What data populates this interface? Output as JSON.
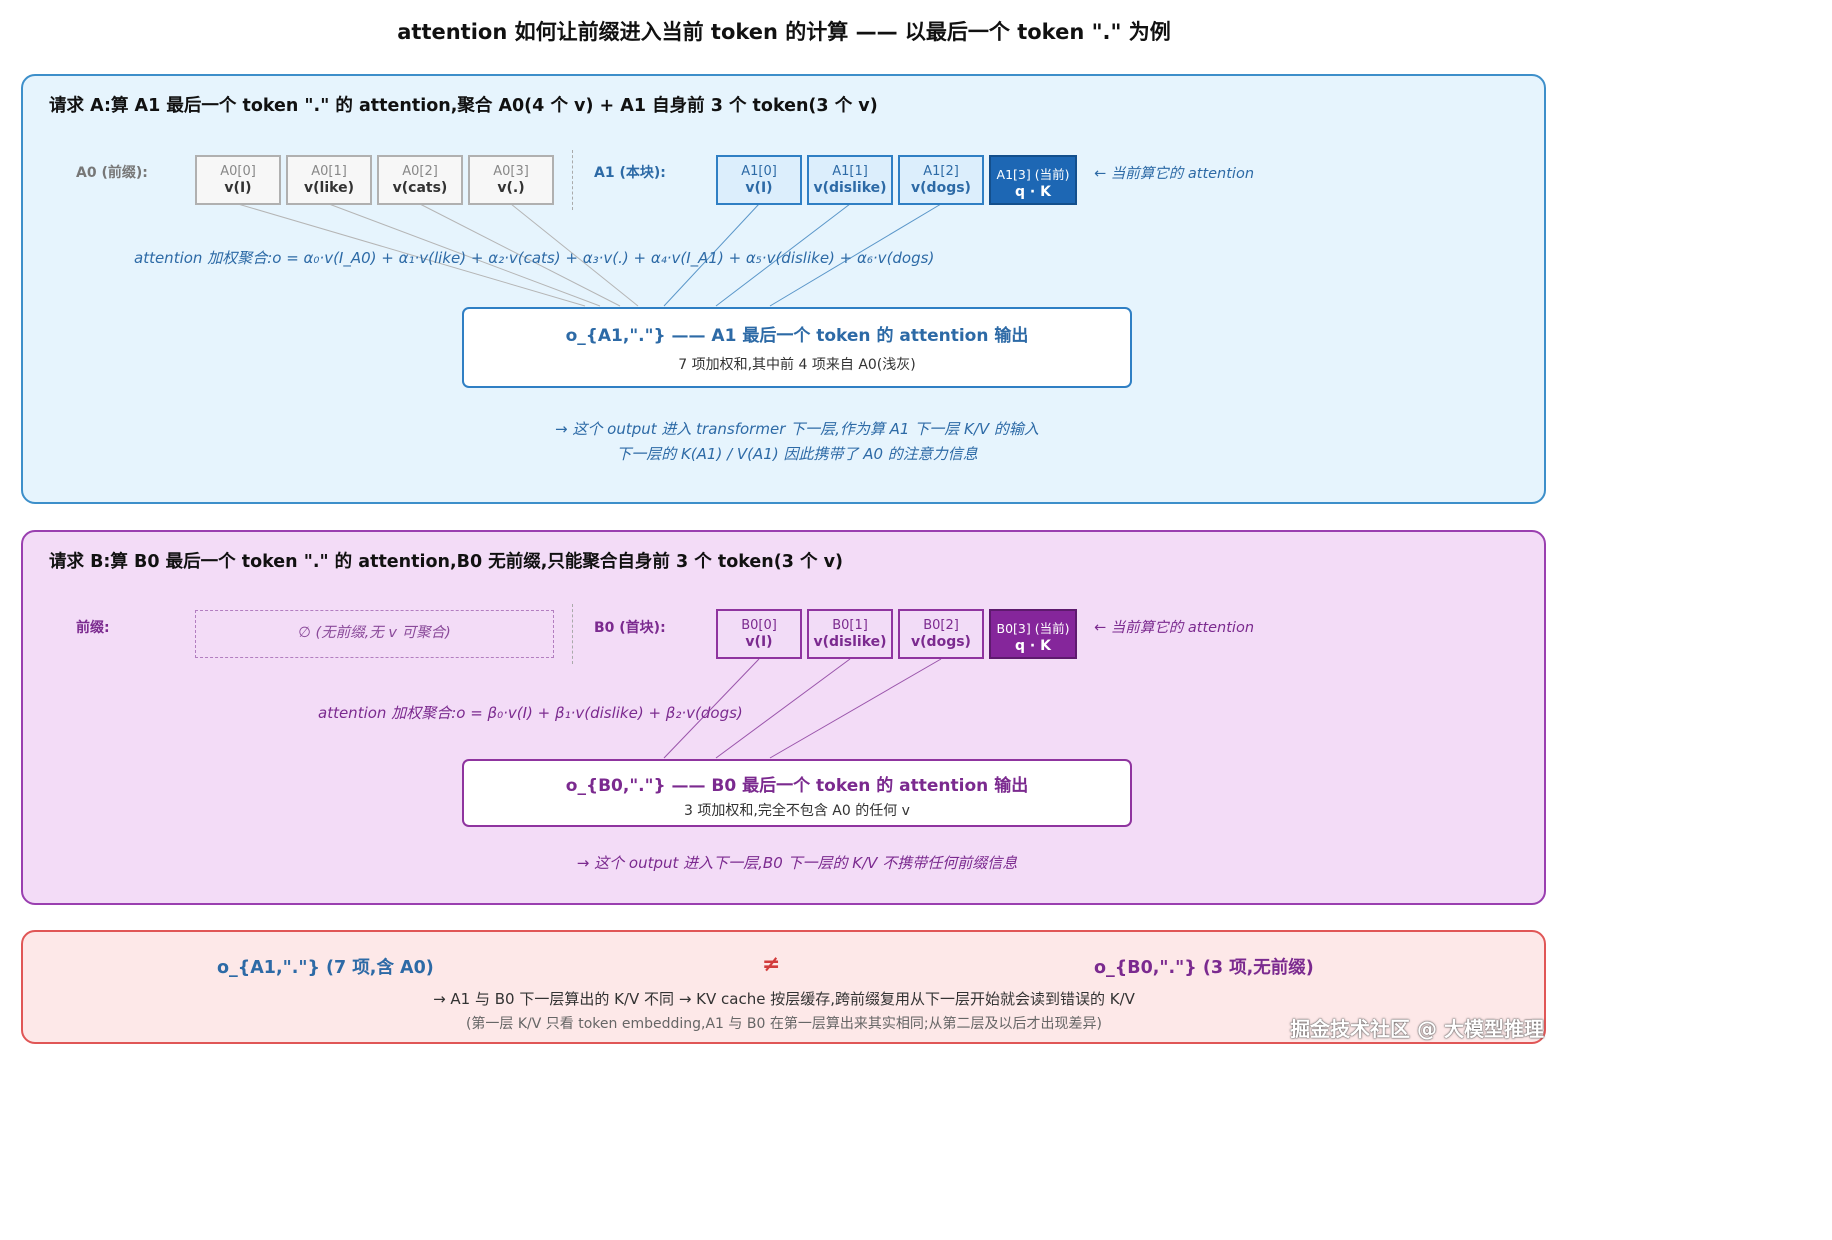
{
  "title": "attention 如何让前缀进入当前 token 的计算 —— 以最后一个 token \".\" 为例",
  "panel_a": {
    "title": "请求 A:算 A1 最后一个 token \".\" 的 attention,聚合 A0(4 个 v) + A1 自身前 3 个 token(3 个 v)",
    "prefix_label": "A0 (前缀):",
    "prefix_tokens": [
      {
        "idx": "A0[0]",
        "val": "v(I)"
      },
      {
        "idx": "A0[1]",
        "val": "v(like)"
      },
      {
        "idx": "A0[2]",
        "val": "v(cats)"
      },
      {
        "idx": "A0[3]",
        "val": "v(.)"
      }
    ],
    "block_label": "A1 (本块):",
    "block_tokens": [
      {
        "idx": "A1[0]",
        "val": "v(I)"
      },
      {
        "idx": "A1[1]",
        "val": "v(dislike)"
      },
      {
        "idx": "A1[2]",
        "val": "v(dogs)"
      }
    ],
    "current_token": {
      "idx": "A1[3] (当前)",
      "val": "q · K"
    },
    "current_note": "← 当前算它的 attention",
    "formula": "attention 加权聚合:o = α₀·v(I_A0) + α₁·v(like) + α₂·v(cats) + α₃·v(.) + α₄·v(I_A1) + α₅·v(dislike) + α₆·v(dogs)",
    "output_title": "o_{A1,\".\"} —— A1 最后一个 token 的 attention 输出",
    "output_sub": "7 项加权和,其中前 4 项来自 A0(浅灰)",
    "note_line1": "→ 这个 output 进入 transformer 下一层,作为算 A1 下一层 K/V 的输入",
    "note_line2": "下一层的 K(A1) / V(A1) 因此携带了 A0 的注意力信息"
  },
  "panel_b": {
    "title": "请求 B:算 B0 最后一个 token \".\" 的 attention,B0 无前缀,只能聚合自身前 3 个 token(3 个 v)",
    "prefix_label": "前缀:",
    "empty_prefix": "∅ (无前缀,无 v 可聚合)",
    "block_label": "B0 (首块):",
    "block_tokens": [
      {
        "idx": "B0[0]",
        "val": "v(I)"
      },
      {
        "idx": "B0[1]",
        "val": "v(dislike)"
      },
      {
        "idx": "B0[2]",
        "val": "v(dogs)"
      }
    ],
    "current_token": {
      "idx": "B0[3] (当前)",
      "val": "q · K"
    },
    "current_note": "← 当前算它的 attention",
    "formula": "attention 加权聚合:o = β₀·v(I) + β₁·v(dislike) + β₂·v(dogs)",
    "output_title": "o_{B0,\".\"} —— B0 最后一个 token 的 attention 输出",
    "output_sub": "3 项加权和,完全不包含 A0 的任何 v",
    "note_line1": "→ 这个 output 进入下一层,B0 下一层的 K/V 不携带任何前缀信息"
  },
  "panel_c": {
    "left": "o_{A1,\".\"} (7 项,含 A0)",
    "neq": "≠",
    "right": "o_{B0,\".\"} (3 项,无前缀)",
    "line1": "→ A1 与 B0 下一层算出的 K/V 不同 → KV cache 按层缓存,跨前缀复用从下一层开始就会读到错误的 K/V",
    "line2": "(第一层 K/V 只看 token embedding,A1 与 B0 在第一层算出来其实相同;从第二层及以后才出现差异)"
  },
  "watermark": "掘金技术社区 @ 大模型推理",
  "colors": {
    "blue": "#2d6aa6",
    "blue_accent": "#1d67b4",
    "purple": "#7b2a8f",
    "purple_accent": "#85269b",
    "red": "#d23c3c",
    "prefix_gray": "#b0b0b0"
  }
}
